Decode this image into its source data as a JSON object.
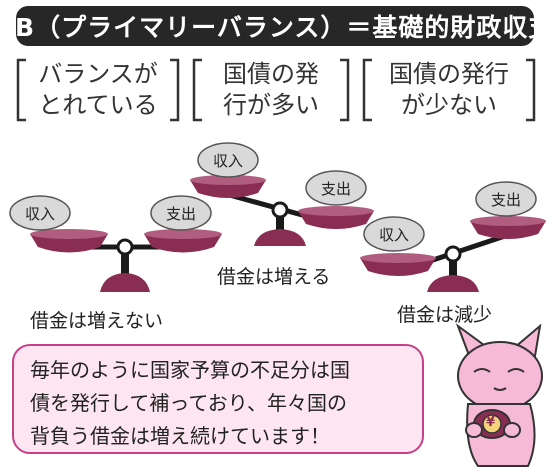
{
  "title": "PB（プライマリーバランス）＝基礎的財政収支",
  "cases": [
    {
      "line1": "バランスが",
      "line2": "とれている"
    },
    {
      "line1": "国債の発",
      "line2": "行が多い"
    },
    {
      "line1": "国債の発行",
      "line2": "が少ない"
    }
  ],
  "scales": [
    {
      "left_label": "収入",
      "right_label": "支出",
      "caption": "借金は増えない"
    },
    {
      "left_label": "収入",
      "right_label": "支出",
      "caption": "借金は増える"
    },
    {
      "left_label": "収入",
      "right_label": "支出",
      "caption": "借金は減少"
    }
  ],
  "note": {
    "line1": "毎年のように国家予算の不足分は国",
    "line2": "債を発行して補っており、年々国の",
    "line3": "背負う借金は増え続けています！"
  },
  "mascot": {
    "coin_symbol": "¥"
  },
  "colors": {
    "title_bg": "#272727",
    "pan": "#8a2d52",
    "pan_top": "#b05d80",
    "bubble": "#d9d9d9",
    "note_border": "#c73f86",
    "note_bg": "#fde6f1",
    "cat": "#f6b9d6"
  }
}
